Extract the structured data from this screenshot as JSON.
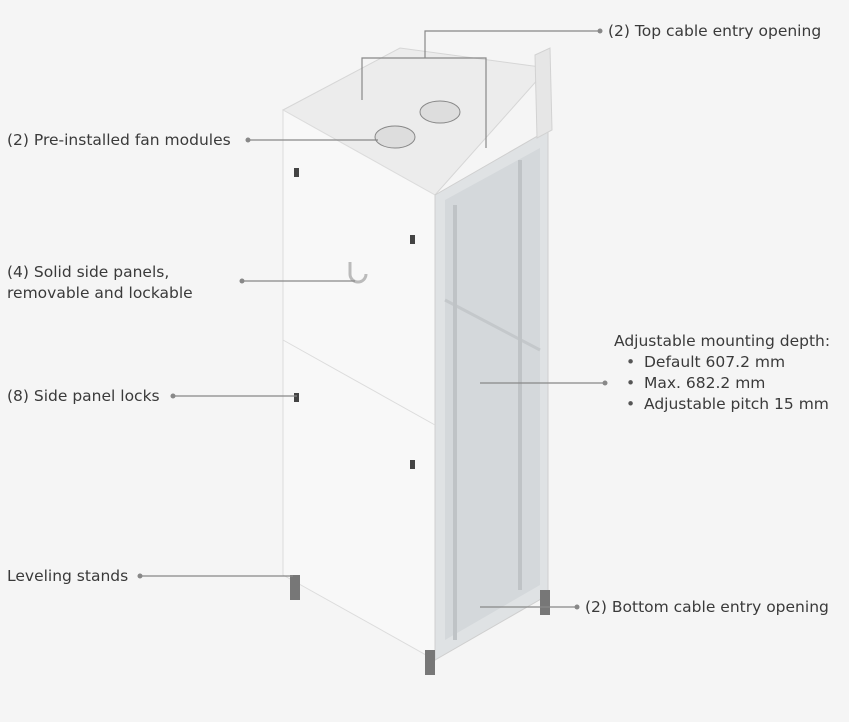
{
  "callouts": {
    "top_cable": "(2) Top cable entry opening",
    "fans": "(2) Pre-installed fan modules",
    "side_panels_1": "(4) Solid side panels,",
    "side_panels_2": "removable and lockable",
    "locks": "(8) Side panel locks",
    "leveling": "Leveling stands",
    "depth_title": "Adjustable mounting depth:",
    "depth_items": [
      "Default 607.2 mm",
      "Max. 682.2 mm",
      "Adjustable pitch 15 mm"
    ],
    "bottom_cable": "(2) Bottom cable entry opening"
  },
  "colors": {
    "line": "#888888",
    "text": "#3a3a3a"
  }
}
